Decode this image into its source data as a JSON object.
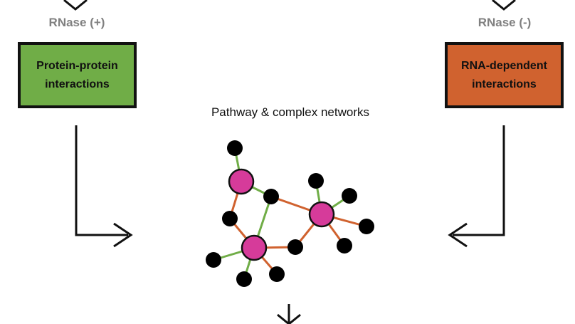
{
  "left_panel": {
    "condition_label": "RNase (+)",
    "box_label_line1": "Protein-protein",
    "box_label_line2": "interactions",
    "box_color": "#70ad47"
  },
  "right_panel": {
    "condition_label": "RNase (-)",
    "box_label_line1": "RNA-dependent",
    "box_label_line2": "interactions",
    "box_color": "#d0622f"
  },
  "network": {
    "title": "Pathway & complex networks",
    "hub_color": "#d63b9a",
    "leaf_color": "#000000",
    "edge_colors": {
      "protein": "#70ad47",
      "rna": "#d0622f"
    }
  }
}
